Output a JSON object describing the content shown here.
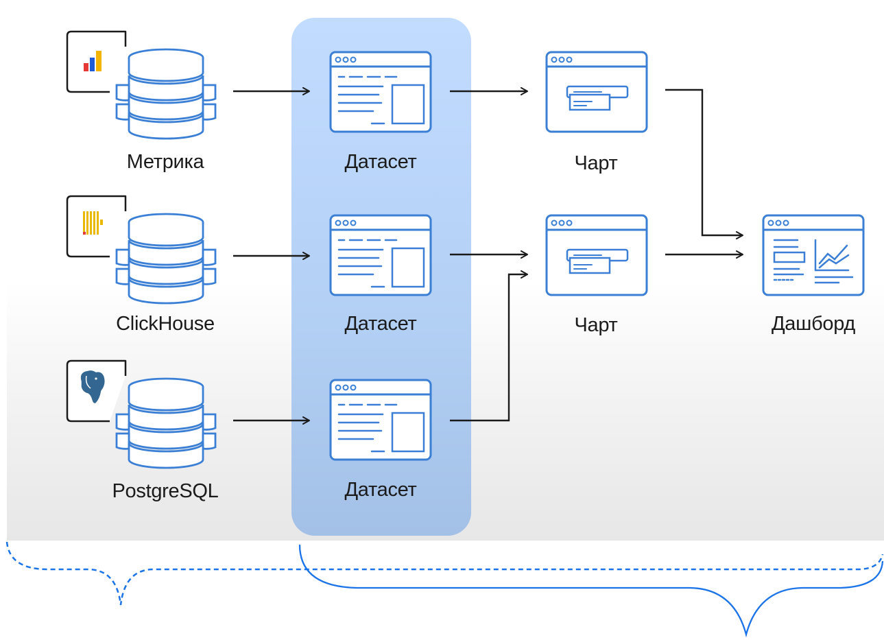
{
  "sources": [
    {
      "label": "Метрика",
      "icon": "metrika-logo-icon"
    },
    {
      "label": "ClickHouse",
      "icon": "clickhouse-logo-icon"
    },
    {
      "label": "PostgreSQL",
      "icon": "postgresql-logo-icon"
    }
  ],
  "datasets": [
    {
      "label": "Датасет"
    },
    {
      "label": "Датасет"
    },
    {
      "label": "Датасет"
    }
  ],
  "charts": [
    {
      "label": "Чарт"
    },
    {
      "label": "Чарт"
    }
  ],
  "dashboard": {
    "label": "Дашборд"
  },
  "colors": {
    "icon_blue": "#3a7fd5",
    "dataset_highlight": "#b8d4fa",
    "brace_blue": "#1a73e8",
    "arrow": "#1a1a1a"
  }
}
